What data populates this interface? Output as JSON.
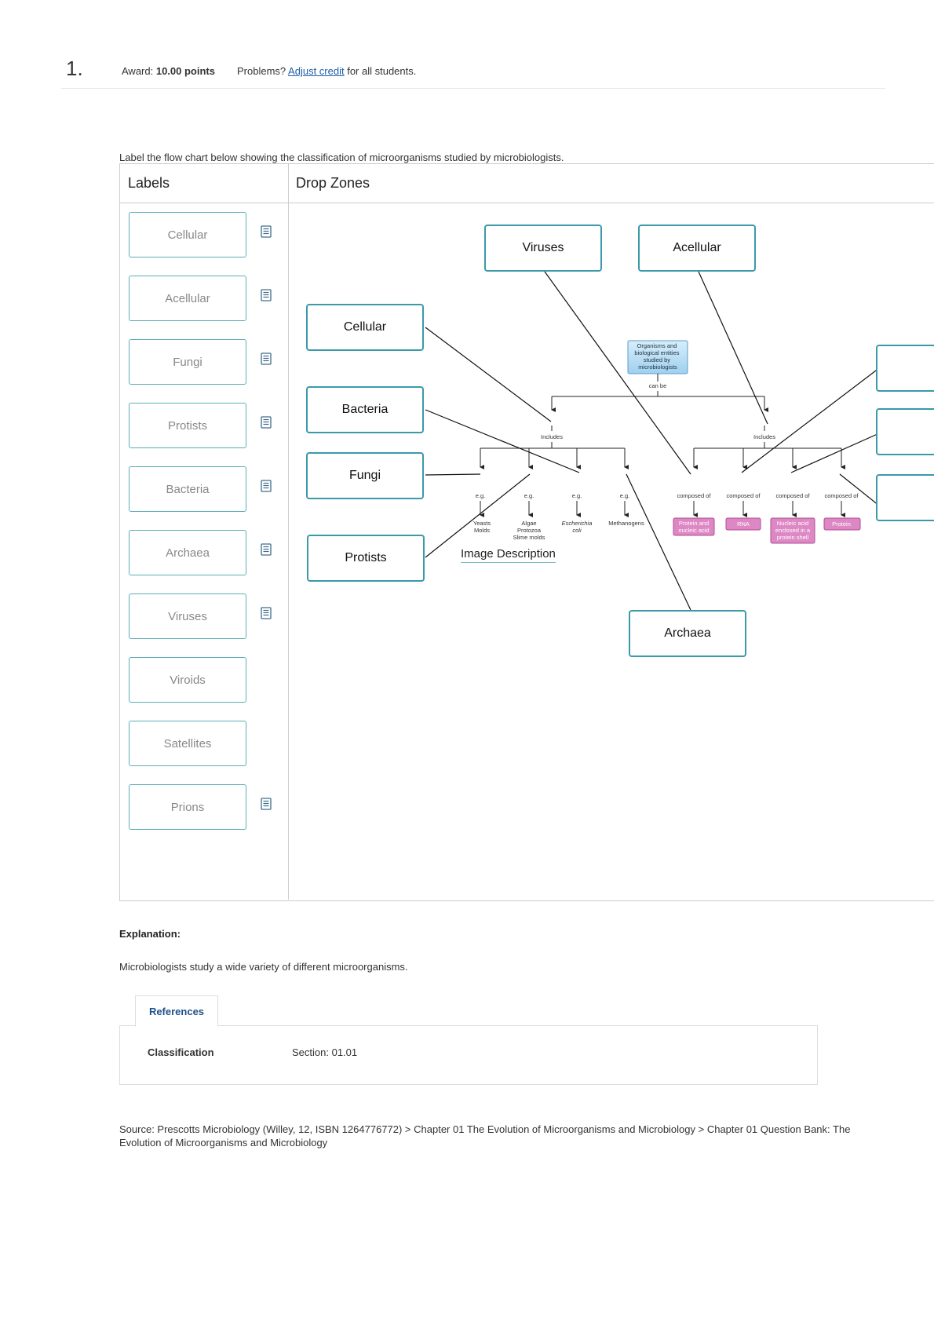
{
  "question": {
    "number": "1.",
    "award_prefix": "Award: ",
    "award_points": "10.00 points",
    "problems_prefix": "Problems? ",
    "adjust_link": "Adjust credit",
    "problems_suffix": " for all students."
  },
  "prompt": "Label the flow chart below showing the classification of microorganisms studied by microbiologists.",
  "headers": {
    "labels": "Labels",
    "drop_zones": "Drop Zones"
  },
  "labels": [
    {
      "text": "Cellular",
      "has_note": true
    },
    {
      "text": "Acellular",
      "has_note": true
    },
    {
      "text": "Fungi",
      "has_note": true
    },
    {
      "text": "Protists",
      "has_note": true
    },
    {
      "text": "Bacteria",
      "has_note": true
    },
    {
      "text": "Archaea",
      "has_note": true
    },
    {
      "text": "Viruses",
      "has_note": true
    },
    {
      "text": "Viroids",
      "has_note": false
    },
    {
      "text": "Satellites",
      "has_note": false
    },
    {
      "text": "Prions",
      "has_note": true
    }
  ],
  "drop_zones": {
    "viruses": "Viruses",
    "acellular": "Acellular",
    "cellular": "Cellular",
    "bacteria": "Bacteria",
    "fungi": "Fungi",
    "protists": "Protists",
    "archaea": "Archaea"
  },
  "diagram": {
    "root": [
      "Organisms and",
      "biological entities",
      "studied by",
      "microbiologists"
    ],
    "can_be": "can be",
    "includes_left": "Includes",
    "includes_right": "Includes",
    "eg": "e.g.",
    "composed_of": "composed of",
    "examples": [
      [
        "Yeasts",
        "Molds"
      ],
      [
        "Algae",
        "Protozoa",
        "Slime molds"
      ],
      [
        "Escherichia",
        "coli"
      ],
      [
        "Methanogens"
      ]
    ],
    "compositions": [
      [
        "Protein and",
        "nucleic acid"
      ],
      [
        "RNA"
      ],
      [
        "Nucleic acid",
        "enclosed in a",
        "protein shell"
      ],
      [
        "Protein"
      ]
    ]
  },
  "image_description": "Image Description",
  "explanation": {
    "title": "Explanation:",
    "text": "Microbiologists study a wide variety of different microorganisms."
  },
  "references": {
    "tab": "References",
    "key": "Classification",
    "value": "Section: 01.01"
  },
  "source": "Source: Prescotts Microbiology (Willey, 12, ISBN 1264776772) > Chapter 01 The Evolution of Microorganisms and Microbiology > Chapter 01 Question Bank: The Evolution of Microorganisms and Microbiology"
}
